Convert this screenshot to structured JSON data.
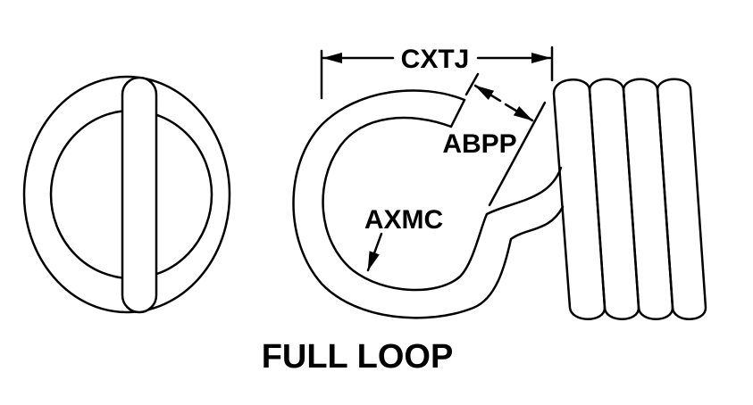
{
  "labels": {
    "width_dim": "CXTJ",
    "gap_dim": "ABPP",
    "inner_dim": "AXMC",
    "caption": "FULL LOOP"
  },
  "colors": {
    "stroke": "#000000",
    "background": "#ffffff"
  }
}
